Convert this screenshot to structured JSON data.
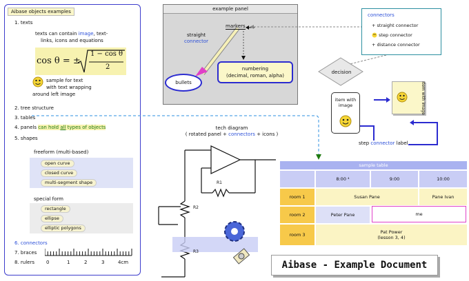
{
  "left": {
    "title": "Aibase objects examples",
    "item1": "1. texts",
    "item1_a1": "texts can contain ",
    "item1_a2": "image",
    "item1_a3": ", text-",
    "item1_b": "links, icons and equations",
    "equation_lhs": "cos θ = ±",
    "equation_num": "1 − cos θ",
    "equation_den": "2",
    "smiley_text_a": "sample for text",
    "smiley_text_b": "with text wrapping",
    "smiley_text_c": "around left image",
    "item2": "2. tree structure",
    "item3": "3. tables",
    "item4a": "4. panels ",
    "item4b": "can hold ",
    "item4c": "all",
    "item4d": " types of objects",
    "item5": "5. shapes",
    "freeform_label": "freeform (multi-based)",
    "freeform_items": [
      "open curve",
      "closed curve",
      "multi-segment shape"
    ],
    "special_label": "special form",
    "special_items": [
      "rectangle",
      "ellipse",
      "elliptic polygons"
    ],
    "item6": "6. connectors",
    "item7": "7. braces",
    "item8": "8. rulers",
    "ruler_ticks": [
      "0",
      "1",
      "2",
      "3"
    ],
    "ruler_unit": "4cm"
  },
  "panel": {
    "title": "example panel",
    "straight_a": "straight",
    "straight_b": "connector",
    "marker": "markers",
    "numbering_a": "numbering",
    "numbering_b": "(decimal, roman, alpha)",
    "bullets": "bullets"
  },
  "connectors": {
    "title": "connectors",
    "items": [
      "+ straight connector",
      "step connector",
      "+ distance connector"
    ]
  },
  "decision": "decision",
  "itemwith": {
    "a": "item with",
    "b": "image"
  },
  "tilted_box": "item with image",
  "step_label_a": "step ",
  "step_label_b": "connector",
  "step_label_c": " label",
  "tech": {
    "title_a": "tech diagram",
    "title_b": "( rotated panel + ",
    "title_c": "connectors",
    "title_d": " + icons )",
    "resistors": [
      "R1",
      "R2",
      "R3"
    ]
  },
  "table": {
    "title": "sample table",
    "headers": [
      "",
      "8:00 ⁴",
      "9:00",
      "10:00"
    ],
    "rows": [
      {
        "room": "room 1",
        "cells": [
          "Susan Pane",
          "Pane Ivan"
        ]
      },
      {
        "room": "room 2",
        "cells": [
          "Peter Pane",
          "me"
        ]
      },
      {
        "room": "room 3",
        "cells": [
          "Pat Power",
          "(lesson 3, 4)"
        ]
      }
    ]
  },
  "doc_title": "Aibase - Example Document",
  "colors": {
    "blue": "#2b2bd0",
    "green": "#1f7a10",
    "table_header": "#a9b2f0",
    "table_yellow": "#f7c94a"
  }
}
